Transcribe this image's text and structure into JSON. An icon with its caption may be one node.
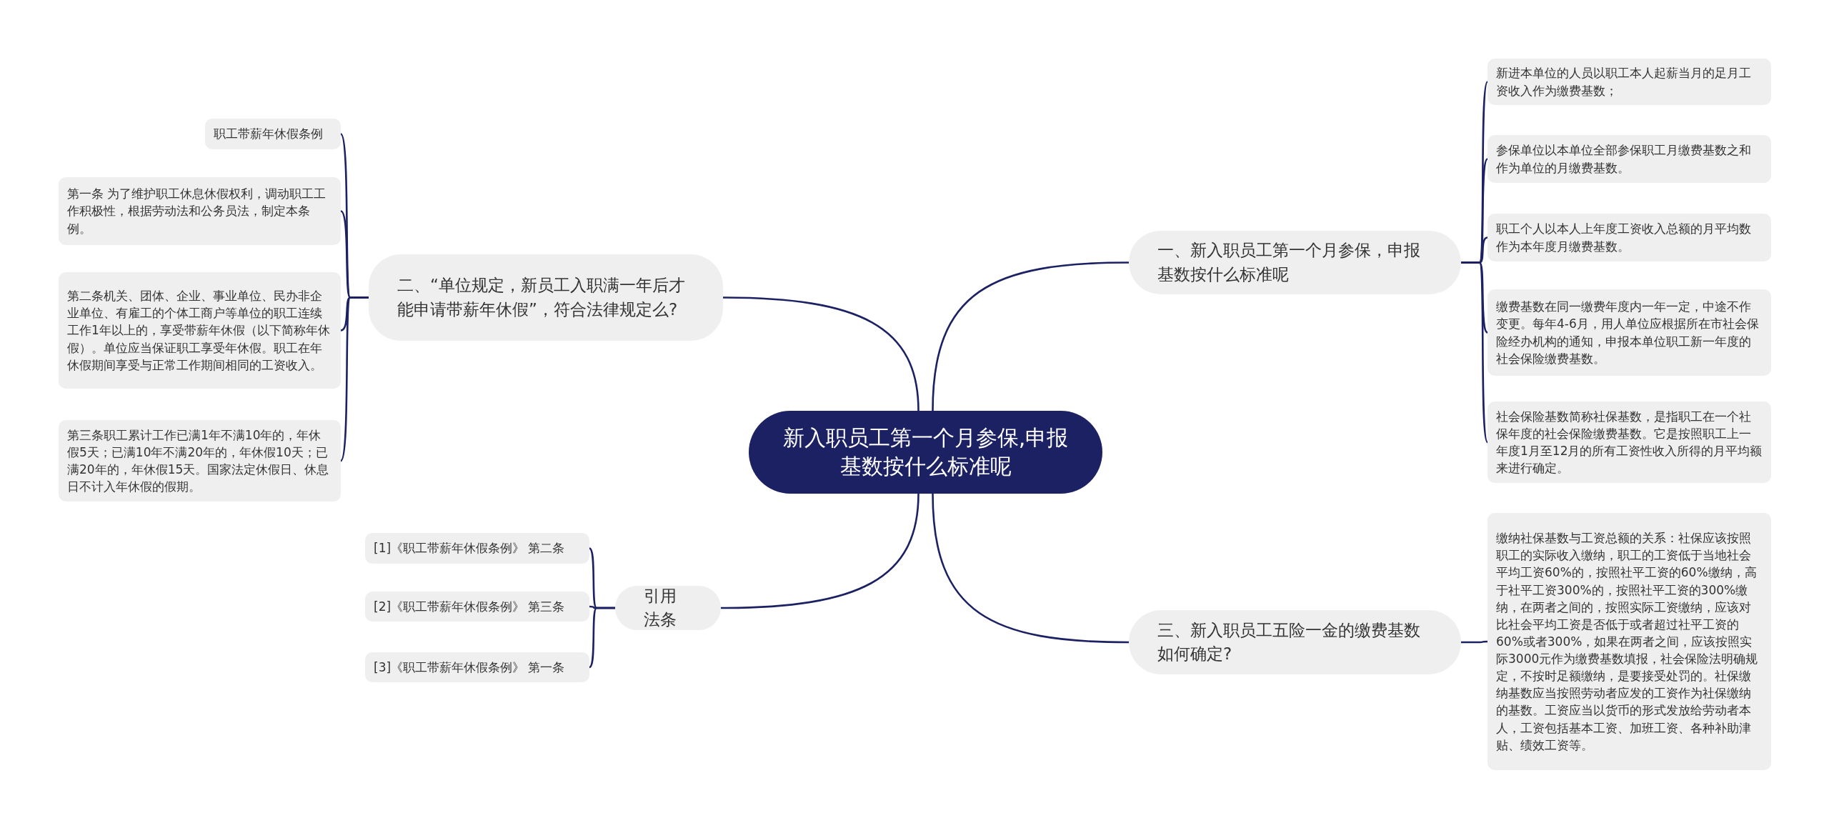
{
  "diagram": {
    "nodes": [
      {
        "text": [
          "新入职员工第一个月参保,申报基数按什么标准呢"
        ]
      },
      {
        "text": [
          "一、新入职员工第一个月参保，申报基数按什么标准呢"
        ]
      },
      {
        "text": [
          "新进本单位的人员以职工本人起薪当月的足月工资收入作为缴费基数；"
        ]
      },
      {
        "text": [
          "参保单位以本单位全部参保职工月缴费基数之和作为单位的月缴费基数。"
        ]
      },
      {
        "text": [
          "职工个人以本人上年度工资收入总额的月平均数作为本年度月缴费基数。"
        ]
      },
      {
        "text": [
          "缴费基数在同一缴费年度内一年一定，中途不作变更。每年4-6月，用人单位应根据所在市社会保险经办机构的通知，申报本单位职工新一年度的社会保险缴费基数。"
        ]
      },
      {
        "text": [
          "社会保险基数简称社保基数，是指职工在一个社保年度的社会保险缴费基数。它是按照职工上一年度1月至12月的所有工资性收入所得的月平均额来进行确定。"
        ]
      },
      {
        "text": [
          "三、新入职员工五险一金的缴费基数如何确定?"
        ]
      },
      {
        "text": [
          "缴纳社保基数与工资总额的关系：社保应该按照职工的实际收入缴纳，职工的工资低于当地社会平均工资60%的，按照社平工资的60%缴纳，高于社平工资300%的，按照社平工资的300%缴纳，在两者之间的，按照实际工资缴纳，应该对比社会平均工资是否低于或者超过社平工资的60%或者300%，如果在两者之间，应该按照实际3000元作为缴费基数填报，社会保险法明确规定，不按时足额缴纳，是要接受处罚的。社保缴纳基数应当按照劳动者应发的工资作为社保缴纳的基数。工资应当以货币的形式发放给劳动者本人，工资包括基本工资、加班工资、各种补助津贴、绩效工资等。"
        ]
      },
      {
        "text": [
          "二、“单位规定，新员工入职满一年后才能申请带薪年休假”，符合法律规定么?"
        ]
      },
      {
        "text": [
          "职工带薪年休假条例"
        ]
      },
      {
        "text": [
          "第一条 为了维护职工休息休假权利，调动职工工作积极性，根据劳动法和公务员法，制定本条例。"
        ]
      },
      {
        "text": [
          "第二条机关、团体、企业、事业单位、民办非企业单位、有雇工的个体工商户等单位的职工连续工作1年以上的，享受带薪年休假（以下简称年休假）。单位应当保证职工享受年休假。职工在年休假期间享受与正常工作期间相同的工资收入。"
        ]
      },
      {
        "text": [
          "第三条职工累计工作已满1年不满10年的，年休假5天；已满10年不满20年的，年休假10天；已满20年的，年休假15天。国家法定休假日、休息日不计入年休假的假期。"
        ]
      },
      {
        "text": [
          "引用法条"
        ]
      },
      {
        "text": [
          "[1]《职工带薪年休假条例》 第二条"
        ]
      },
      {
        "text": [
          "[2]《职工带薪年休假条例》 第三条"
        ]
      },
      {
        "text": [
          "[3]《职工带薪年休假条例》 第一条"
        ]
      }
    ],
    "edges": [
      {
        "from": 0,
        "to": 1,
        "arrow": "none"
      },
      {
        "from": 1,
        "to": 2,
        "arrow": "none"
      },
      {
        "from": 1,
        "to": 3,
        "arrow": "none"
      },
      {
        "from": 1,
        "to": 4,
        "arrow": "none"
      },
      {
        "from": 1,
        "to": 5,
        "arrow": "none"
      },
      {
        "from": 1,
        "to": 6,
        "arrow": "none"
      },
      {
        "from": 0,
        "to": 7,
        "arrow": "none"
      },
      {
        "from": 7,
        "to": 8,
        "arrow": "none"
      },
      {
        "from": 0,
        "to": 9,
        "arrow": "none"
      },
      {
        "from": 9,
        "to": 10,
        "arrow": "none"
      },
      {
        "from": 9,
        "to": 11,
        "arrow": "none"
      },
      {
        "from": 9,
        "to": 12,
        "arrow": "none"
      },
      {
        "from": 9,
        "to": 13,
        "arrow": "none"
      },
      {
        "from": 0,
        "to": 14,
        "arrow": "none"
      },
      {
        "from": 14,
        "to": 15,
        "arrow": "none"
      },
      {
        "from": 14,
        "to": 16,
        "arrow": "none"
      },
      {
        "from": 14,
        "to": 17,
        "arrow": "none"
      }
    ]
  }
}
